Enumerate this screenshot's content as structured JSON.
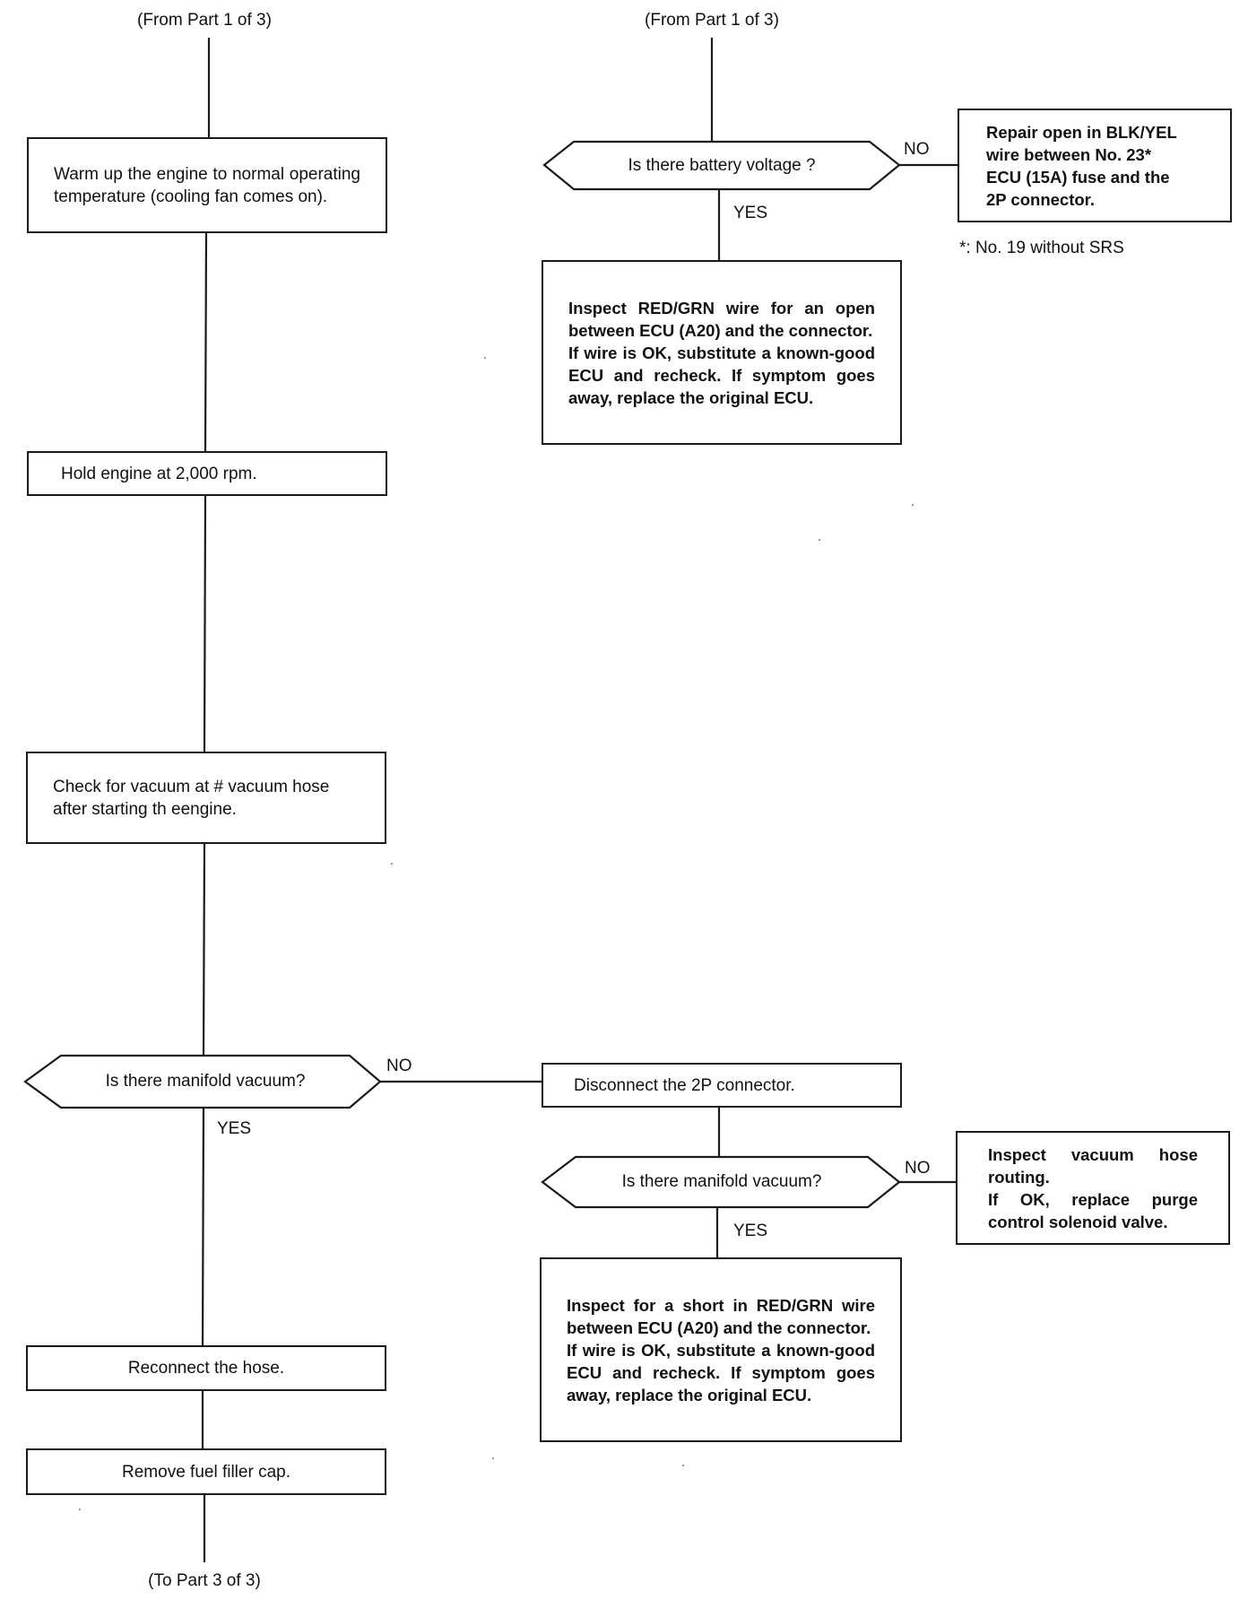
{
  "nodes": {
    "from_part1_left": "(From Part 1 of 3)",
    "from_part1_right": "(From Part 1 of 3)",
    "warm_up": "Warm up the engine to normal operating temperature (cooling fan comes on).",
    "battery_question": "Is there battery voltage ?",
    "repair_open": [
      "Repair open in BLK/YEL",
      "wire between No. 23*",
      "ECU (15A) fuse and the",
      "2P connector."
    ],
    "footnote": "*: No. 19 without SRS",
    "inspect_open": [
      "Inspect RED/GRN wire for an open between ECU (A20) and the connector.",
      "If wire is OK, substitute a known-good ECU and recheck. If symptom goes away, replace the original ECU."
    ],
    "hold_engine": "Hold engine at 2,000 rpm.",
    "check_vacuum": "Check for vacuum at # vacuum hose after starting th eengine.",
    "manifold_question_1": "Is there manifold vacuum?",
    "disconnect_2p": "Disconnect the 2P connector.",
    "manifold_question_2": "Is there manifold vacuum?",
    "inspect_hose": [
      "Inspect vacuum hose routing.",
      "If OK, replace purge control solenoid valve."
    ],
    "inspect_short": [
      "Inspect for a short in RED/GRN wire between ECU (A20) and the connector.",
      "If wire is OK, substitute a known-good ECU and recheck. If symptom goes away, replace the original ECU."
    ],
    "reconnect_hose": "Reconnect the hose.",
    "remove_cap": "Remove fuel filler cap.",
    "to_part3": "(To Part 3 of 3)"
  },
  "edge_labels": {
    "battery_no": "NO",
    "battery_yes": "YES",
    "manifold1_no": "NO",
    "manifold1_yes": "YES",
    "manifold2_no": "NO",
    "manifold2_yes": "YES"
  }
}
